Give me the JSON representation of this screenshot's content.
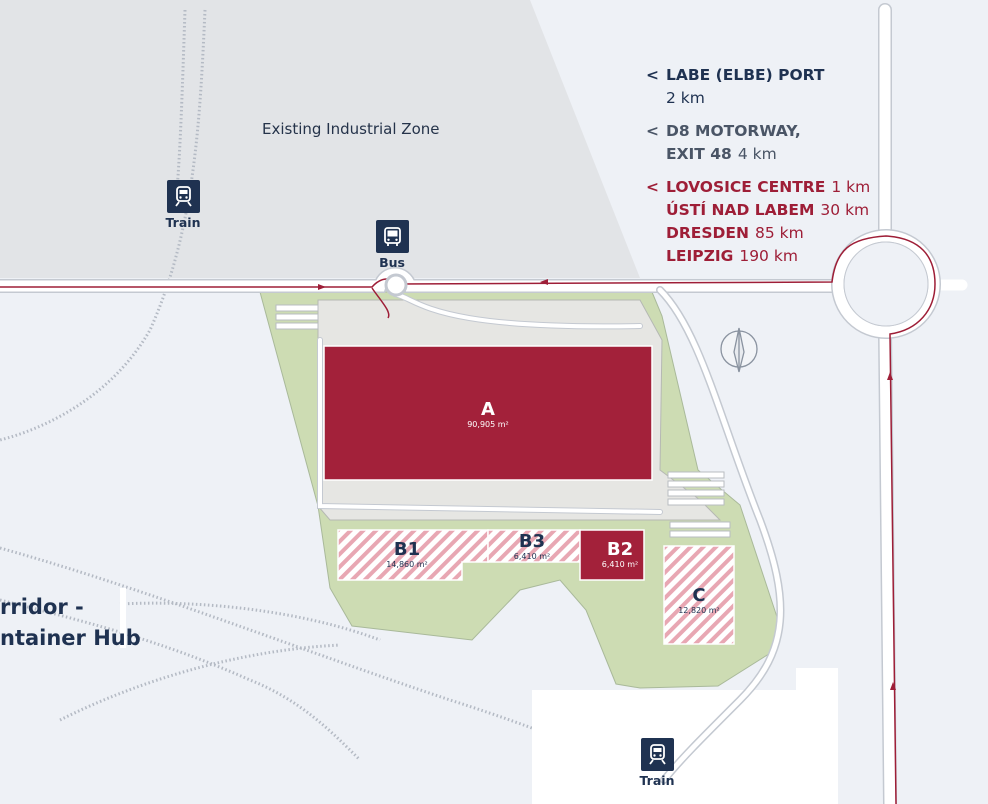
{
  "zone_label": "Existing Industrial Zone",
  "corridor": [
    "rridor -",
    "ntainer Hub"
  ],
  "transport": {
    "train_top": "Train",
    "bus": "Bus",
    "train_bottom": "Train"
  },
  "destinations": {
    "port_name": "LABE (ELBE) PORT",
    "port_distance": "2 km",
    "motorway_line1": "D8 MOTORWAY,",
    "motorway_line2": "EXIT 48",
    "motorway_distance": "4 km",
    "cities": [
      {
        "name": "LOVOSICE CENTRE",
        "distance": "1 km"
      },
      {
        "name": "ÚSTÍ NAD LABEM",
        "distance": "30 km"
      },
      {
        "name": "DRESDEN",
        "distance": "85 km"
      },
      {
        "name": "LEIPZIG",
        "distance": "190 km"
      }
    ]
  },
  "buildings": {
    "A": {
      "label": "A",
      "area": "90,905 m²"
    },
    "B1": {
      "label": "B1",
      "area": "14,860 m²"
    },
    "B3": {
      "label": "B3",
      "area": "6,410 m²"
    },
    "B2": {
      "label": "B2",
      "area": "6,410 m²"
    },
    "C": {
      "label": "C",
      "area": "12,820 m²"
    }
  },
  "colors": {
    "background": "#eef1f6",
    "industrial_zone": "#e2e4e7",
    "site_green": "#cddcb3",
    "building_red": "#a3213a",
    "road_red": "#9e1e37",
    "navy": "#1f3251"
  }
}
